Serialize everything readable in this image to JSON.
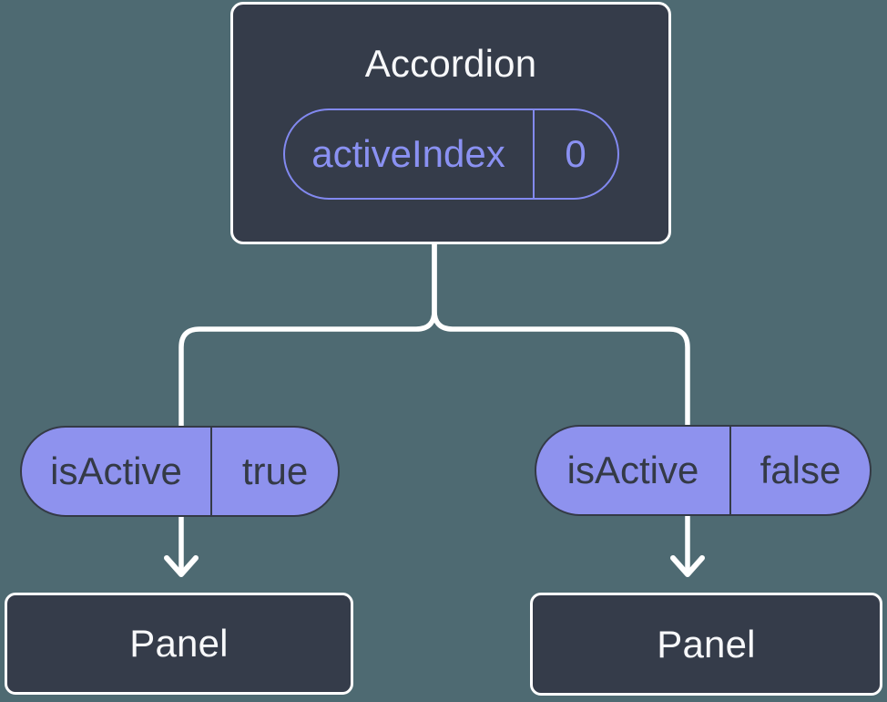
{
  "colors": {
    "background": "#4e6a72",
    "node_fill": "#353c4a",
    "node_border": "#ffffff",
    "node_text": "#f7f8fa",
    "state_pill_outline": "#8289f0",
    "state_pill_text": "#8a91f2",
    "prop_pill_fill": "#8e92ee",
    "prop_pill_border": "#343a46",
    "prop_pill_text": "#343a46",
    "connector": "#ffffff"
  },
  "diagram": {
    "type": "component-tree",
    "root": {
      "title": "Accordion",
      "state": {
        "name": "activeIndex",
        "value": "0"
      }
    },
    "branches": [
      {
        "prop": {
          "name": "isActive",
          "value": "true"
        },
        "child": {
          "title": "Panel"
        }
      },
      {
        "prop": {
          "name": "isActive",
          "value": "false"
        },
        "child": {
          "title": "Panel"
        }
      }
    ]
  }
}
